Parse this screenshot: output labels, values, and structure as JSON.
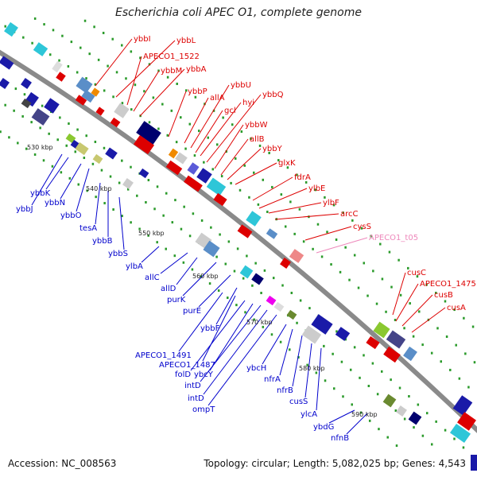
{
  "title": "Escherichia coli APEC O1, complete genome",
  "footer": {
    "accession": "Accession: NC_008563",
    "topology": "Topology: circular; Length: 5,082,025 bp; Genes: 4,543"
  },
  "colors": {
    "forward_label": "#dd0000",
    "reverse_label": "#0000cc",
    "rna_label": "#ee88bb",
    "backbone": "#8a8a8a",
    "tick": "#2a9a2a"
  },
  "scale_labels": [
    "530 kbp",
    "540 kbp",
    "550 kbp",
    "560 kbp",
    "570 kbp",
    "580 kbp",
    "590 kbp"
  ],
  "forward_genes": [
    "ybbI",
    "ybbL",
    "APECO1_1522",
    "ybbM",
    "ybbA",
    "ybbP",
    "allA",
    "ybbU",
    "gcl",
    "hyi",
    "ybbQ",
    "ybbW",
    "allB",
    "ybbY",
    "glxK",
    "fdrA",
    "ylbE",
    "ylbF",
    "arcC",
    "cysS",
    "cusC",
    "APECO1_1475",
    "cusB",
    "cusA"
  ],
  "rna_genes": [
    "APECO1_t05"
  ],
  "reverse_genes": [
    "ybbK",
    "ybbJ",
    "ybbN",
    "ybbO",
    "tesA",
    "ybbB",
    "ybbS",
    "ylbA",
    "allC",
    "allD",
    "purK",
    "purE",
    "ybbF",
    "APECO1_1491",
    "APECO1_1487",
    "folD",
    "ybcY",
    "intD",
    "intD",
    "ompT",
    "ybcH",
    "nfrA",
    "nfrB",
    "cusS",
    "ylcA",
    "ybdG",
    "nfnB"
  ]
}
